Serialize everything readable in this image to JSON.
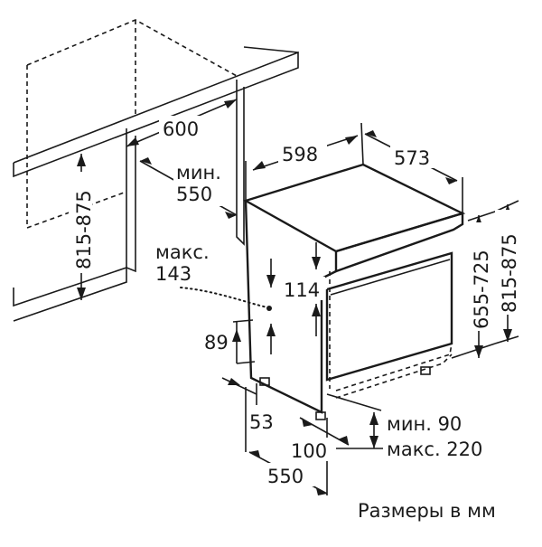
{
  "labels": {
    "niche_width": "600",
    "min_label": "мин.",
    "min_depth": "550",
    "niche_height": "815-875",
    "max_label": "макс.",
    "max_plinth": "143",
    "width": "598",
    "depth": "573",
    "height_1": "655-725",
    "height_2": "815-875",
    "dim_114": "114",
    "dim_89": "89",
    "dim_53": "53",
    "dim_100": "100",
    "dim_550": "550",
    "min_90": "мин. 90",
    "max_220": "макс. 220",
    "units_note": "Размеры в мм"
  }
}
